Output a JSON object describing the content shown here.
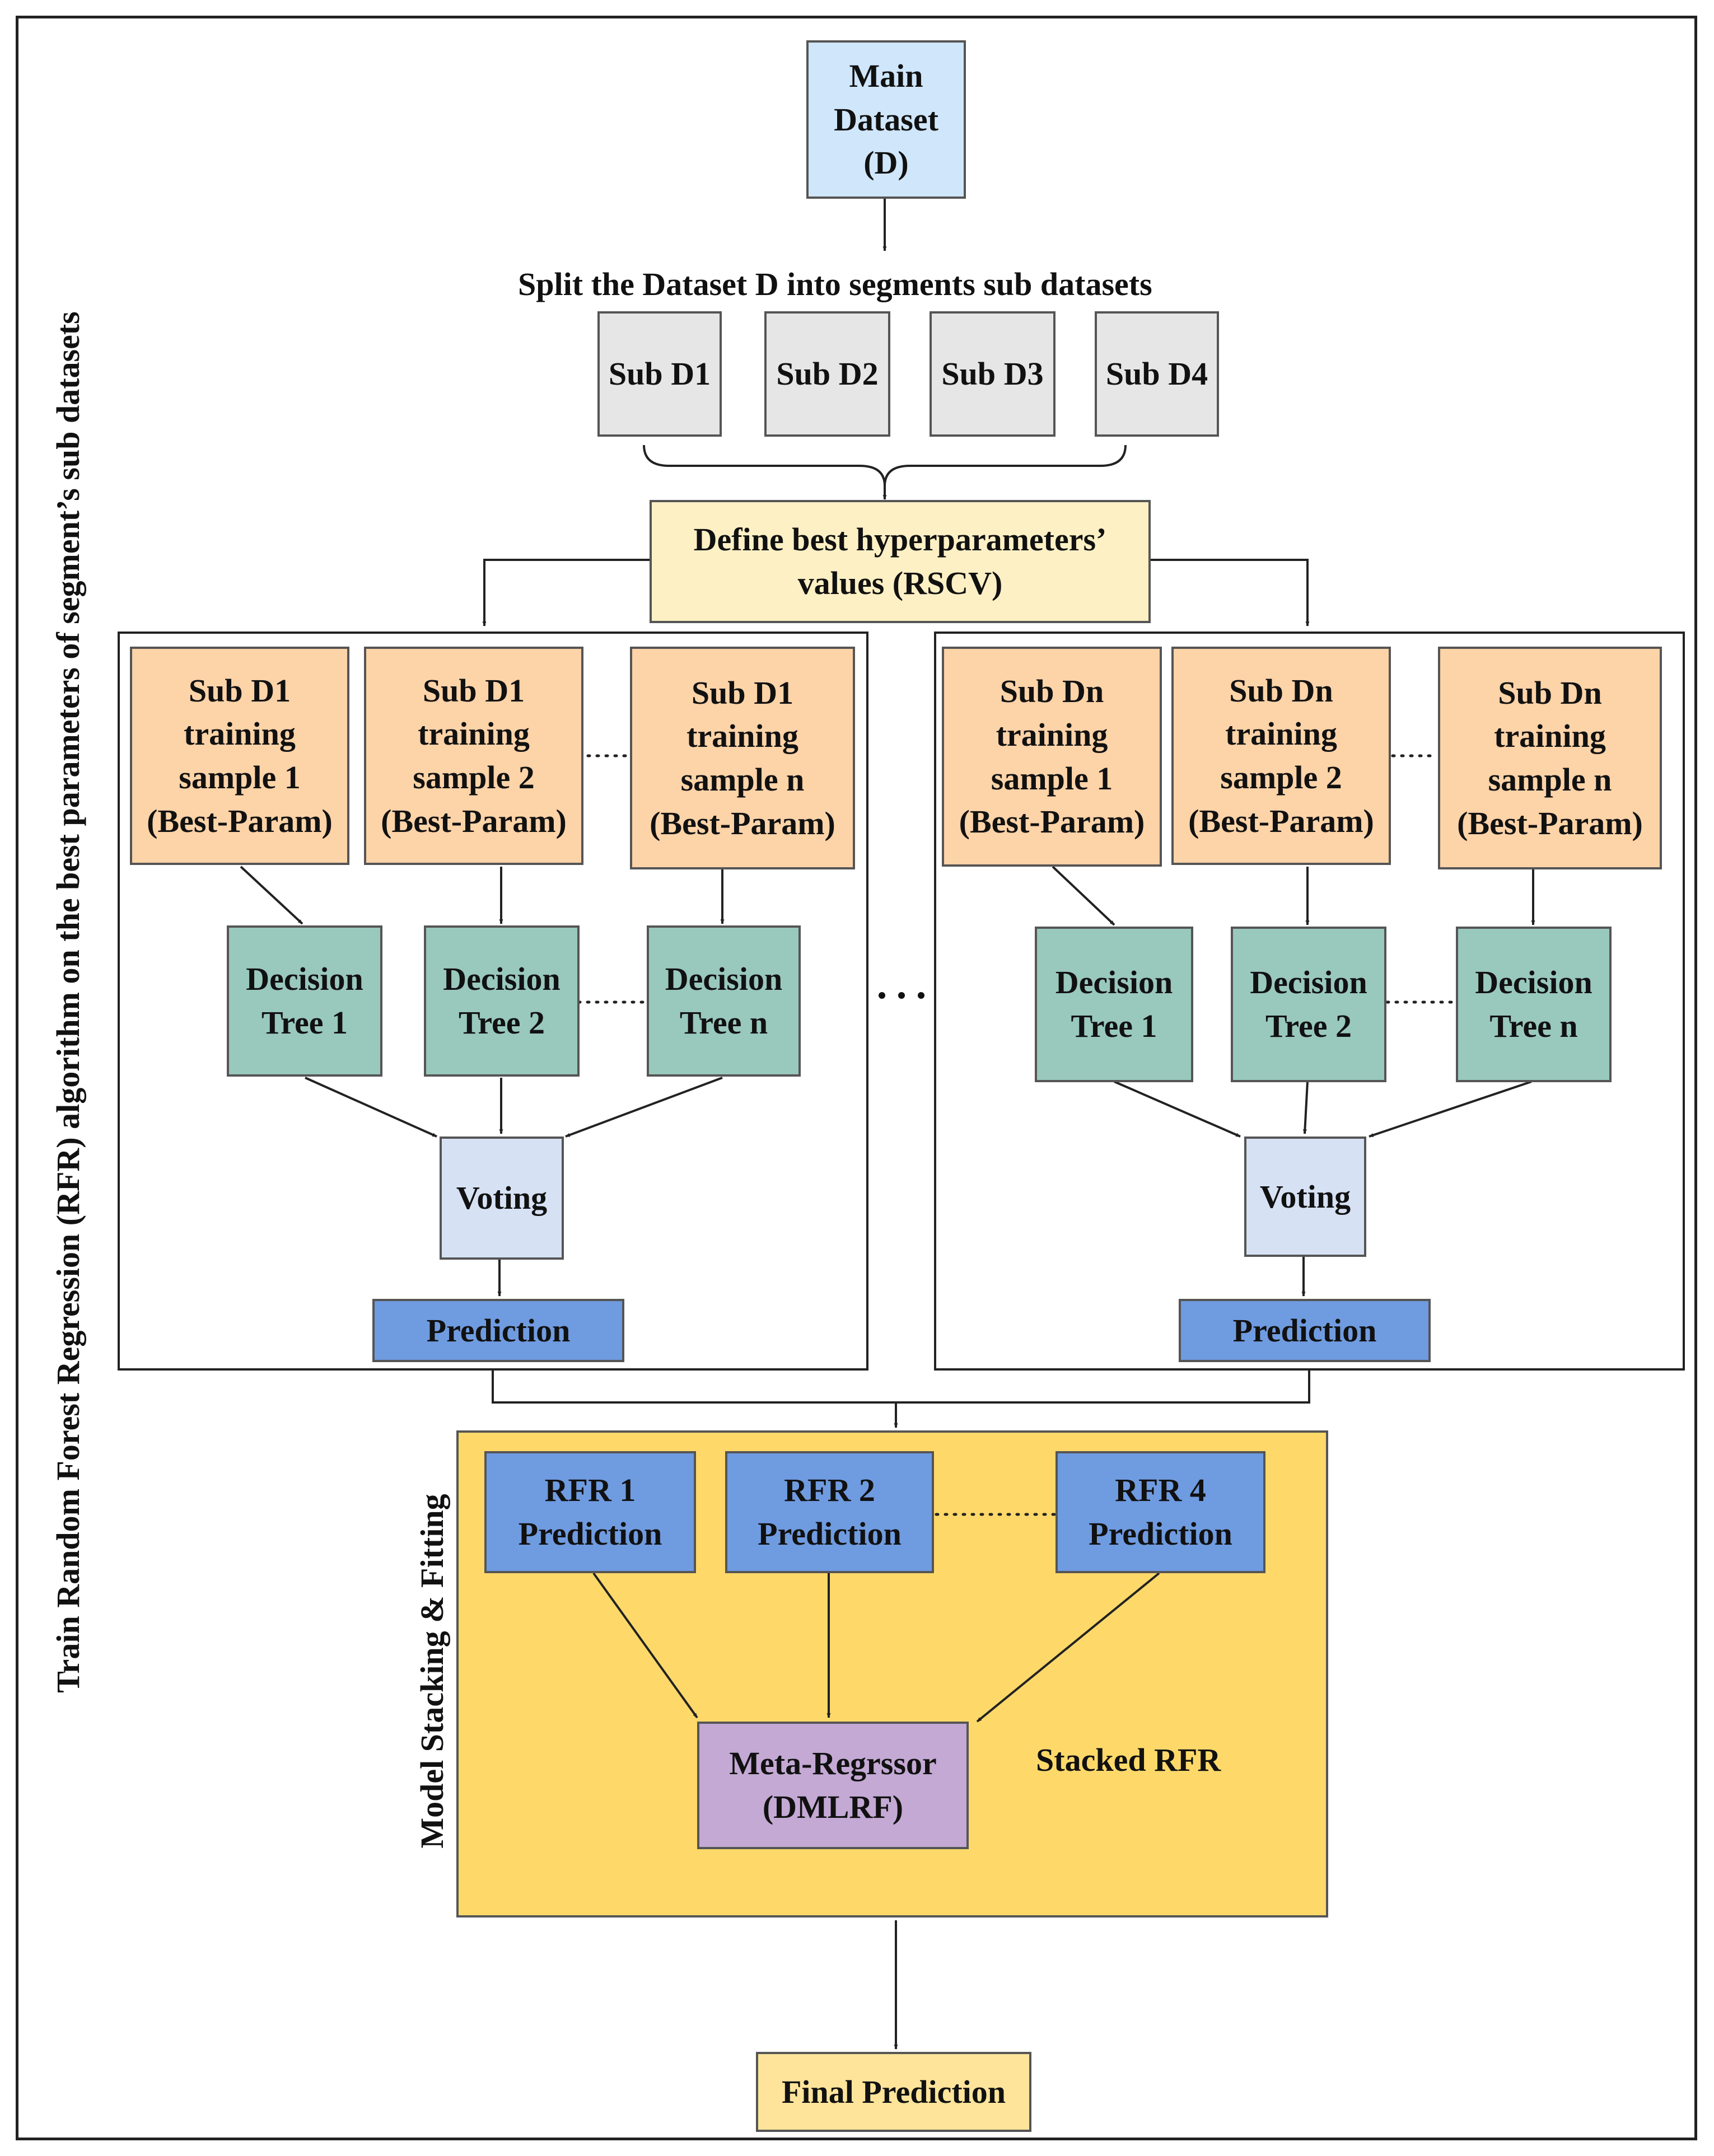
{
  "colors": {
    "main_dataset": "#cfe6fb",
    "sub_dataset": "#e6e6e6",
    "hyperparams": "#fdf0c4",
    "training_sample": "#fdd3a8",
    "decision_tree": "#99c8bd",
    "voting": "#d6e1f4",
    "prediction": "#6f9be0",
    "stacking_panel": "#fed96a",
    "meta_regressor": "#c3a9d4",
    "final_prediction": "#fde49a"
  },
  "main_dataset": "Main\nDataset\n(D)",
  "split_label": "Split the Dataset D into segments sub datasets",
  "sub_datasets": [
    "Sub D1",
    "Sub D2",
    "Sub D3",
    "Sub D4"
  ],
  "hyperparams": "Define best hyperparameters’\nvalues (RSCV)",
  "left_group": {
    "samples": [
      "Sub D1\ntraining\nsample 1\n(Best-Param)",
      "Sub D1\ntraining\nsample 2\n(Best-Param)",
      "Sub D1\ntraining\nsample n\n(Best-Param)"
    ],
    "trees": [
      "Decision\nTree 1",
      "Decision\nTree 2",
      "Decision\nTree n"
    ],
    "voting": "Voting",
    "prediction": "Prediction"
  },
  "right_group": {
    "samples": [
      "Sub Dn\ntraining\nsample 1\n(Best-Param)",
      "Sub Dn\ntraining\nsample 2\n(Best-Param)",
      "Sub Dn\ntraining\nsample n\n(Best-Param)"
    ],
    "trees": [
      "Decision\nTree 1",
      "Decision\nTree 2",
      "Decision\nTree n"
    ],
    "voting": "Voting",
    "prediction": "Prediction"
  },
  "train_label": "Train Random Forest Regression (RFR) algorithm\non the best parameters of segment’s sub datasets",
  "stacking_label": "Model Stacking & Fitting",
  "rfr_predictions": [
    "RFR 1\nPrediction",
    "RFR 2\nPrediction",
    "RFR 4\nPrediction"
  ],
  "stacked_label": "Stacked RFR",
  "meta_regressor": "Meta-Regrssor\n(DMLRF)",
  "final_prediction": "Final Prediction"
}
